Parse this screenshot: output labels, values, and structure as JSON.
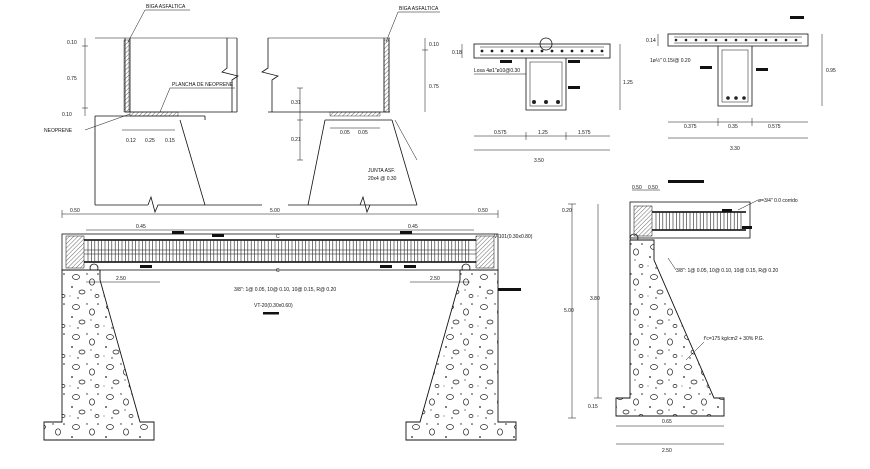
{
  "colors": {
    "ink": "#111111",
    "paper": "#ffffff",
    "hatch": "#555555"
  },
  "top_left": {
    "label_left": "BIGA ASFALTICA",
    "label_right": "BIGA ASFALTICA",
    "plate_label": "PLANCHA DE NEOPRENE",
    "neoprene_label": "NEOPRENE",
    "joint_label": "JUNTA ASF.",
    "joint_note": "20x4 @ 0.30",
    "dims_left": [
      "0.10",
      "0.75",
      "0.10"
    ],
    "dims_right": [
      "0.10",
      "0.75"
    ],
    "dims_mid": [
      "0.31",
      "0.21"
    ],
    "base_dims": [
      "0.12",
      "0.25",
      "0.15"
    ],
    "joint_dims": [
      "0.05",
      "0.05"
    ]
  },
  "section_a": {
    "slab_dim": "0.18",
    "height_dim": "1.25",
    "bar_note": "Losa 4ø1\"ø10@0.30",
    "bottom_dims": [
      "0.575",
      "1.25",
      "1.575"
    ],
    "total": "3.50"
  },
  "section_b": {
    "slab_dim": "0.14",
    "height_dim": "0.95",
    "bar_note": "1ø½\" 0.15/@ 0.20",
    "bottom_dims": [
      "0.375",
      "0.35",
      "0.575"
    ],
    "total": "3.30"
  },
  "elevation": {
    "top_dim": "5.00",
    "left_end_dim": "0.50",
    "right_end_dim": "0.50",
    "span_dims": [
      "0.45",
      "0.45"
    ],
    "inner_dims": [
      "2.50",
      "2.50"
    ],
    "beam_note": "V-101(0.30x0.80)",
    "stirrup_note": "3/8\": 1@ 0.05, 10@ 0.10, 10@ 0.15, R@ 0.20",
    "title": "VT-20(0.30x0.60)",
    "mark": "C"
  },
  "abutment": {
    "left_dims": [
      "0.20",
      "5.00",
      "0.15"
    ],
    "inner_dim": "3.80",
    "top_labels": [
      "0.50",
      "0.50"
    ],
    "bar_note": "ø=3/4\" 0.0 corrido",
    "stirrup_note": "3/8\": 1@ 0.05, 10@ 0.10, 10@ 0.15, R@ 0.20",
    "fill_note": "f'c=175 kg/cm2 + 30% P.G.",
    "bottom_dims": [
      "0.65",
      "2.50"
    ]
  }
}
